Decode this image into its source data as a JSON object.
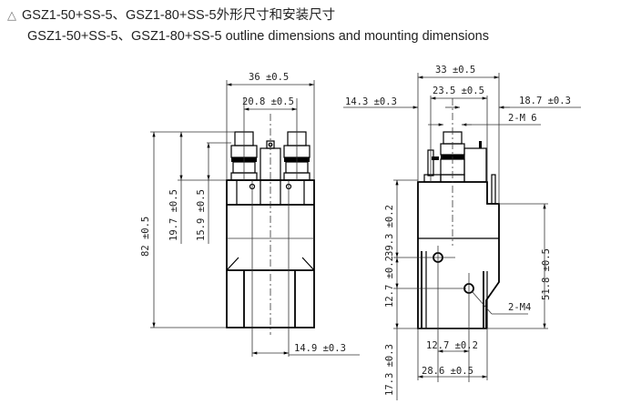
{
  "header": {
    "marker_icon": "triangle-outline-icon",
    "title_cn": "GSZ1-50+SS-5、GSZ1-80+SS-5外形尺寸和安装尺寸",
    "title_en": "GSZ1-50+SS-5、GSZ1-80+SS-5 outline dimensions and mounting dimensions"
  },
  "front_view": {
    "overall_width": "36 ±0.5",
    "terminal_spacing": "20.8 ±0.5",
    "overall_height": "82 ±0.5",
    "terminal_height_1": "19.7 ±0.5",
    "terminal_height_2": "15.9 ±0.5",
    "offset": "14.9 ±0.3"
  },
  "side_view": {
    "overall_width": "33 ±0.5",
    "inner_width": "23.5 ±0.5",
    "left_offset": "14.3 ±0.3",
    "right_offset": "18.7 ±0.3",
    "terminal_thread": "2-M 6",
    "hole_height": "39.3 ±0.2",
    "hole_spacing_v": "12.7 ±0.2",
    "mount_height": "51.8 ±0.5",
    "mount_thread": "2-M4",
    "hole_spacing_h": "12.7 ±0.2",
    "base_width": "28.6 ±0.5",
    "bottom_offset": "17.3 ±0.3"
  }
}
